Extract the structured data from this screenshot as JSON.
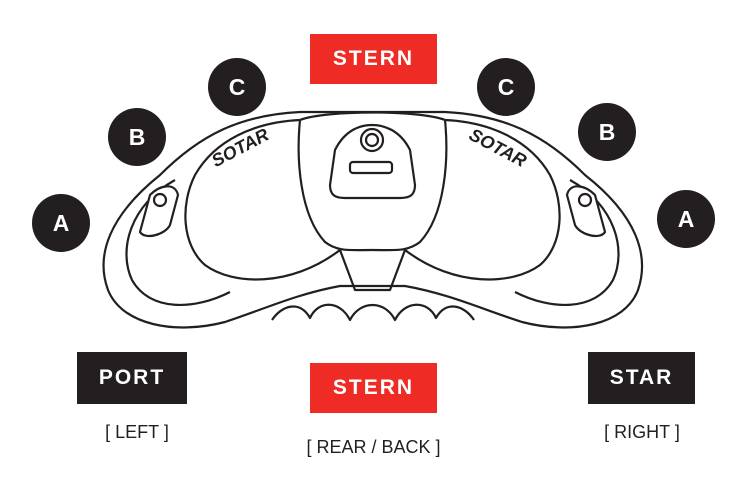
{
  "top_label": "STERN",
  "bottom_label": "STERN",
  "bottom_sublabel": "[ REAR / BACK ]",
  "port": {
    "label": "PORT",
    "sublabel": "[ LEFT ]"
  },
  "star": {
    "label": "STAR",
    "sublabel": "[ RIGHT ]"
  },
  "chambers": {
    "a": "A",
    "b": "B",
    "c": "C"
  },
  "brand_logo_text": "SOTAR",
  "colors": {
    "stern_red": "#ee2b24",
    "label_black": "#231f20"
  }
}
